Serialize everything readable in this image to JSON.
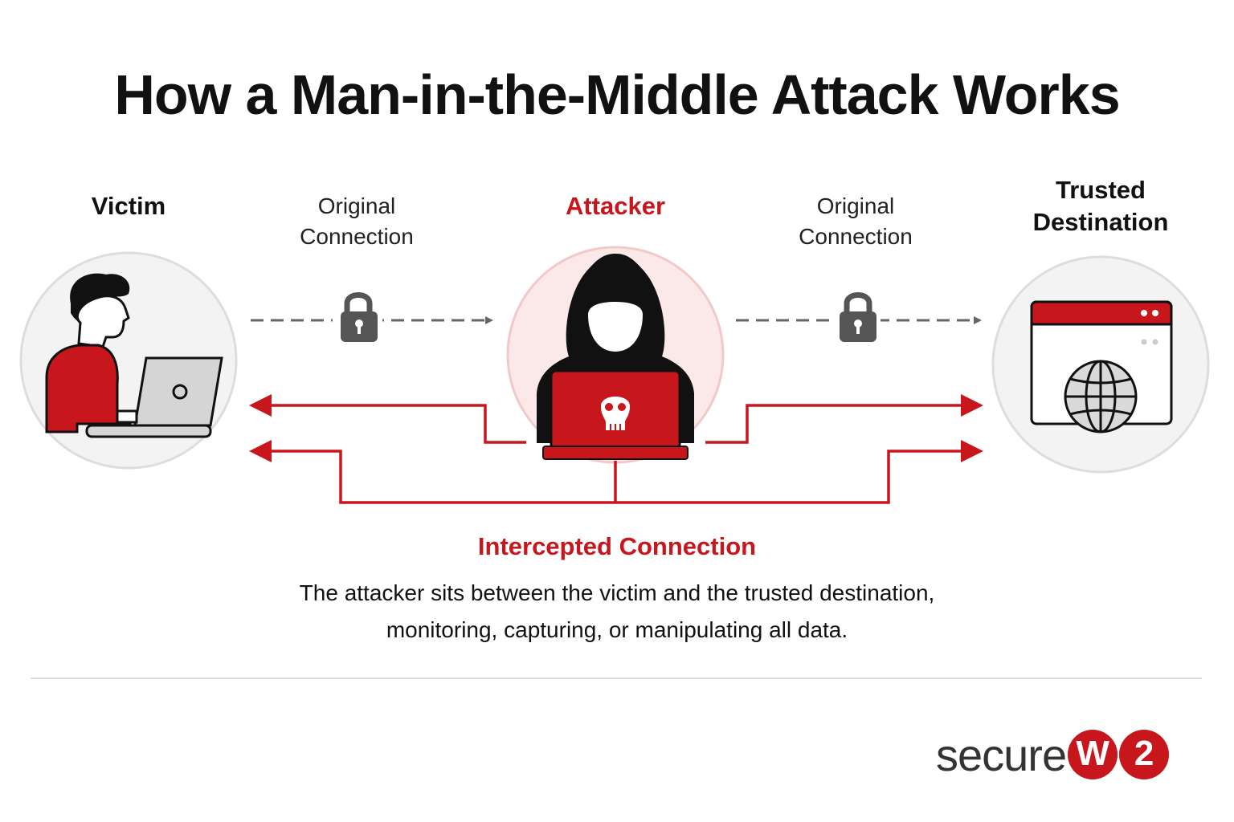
{
  "title": "How a Man-in-the-Middle Attack Works",
  "nodes": {
    "victim": "Victim",
    "attacker": "Attacker",
    "destination_line1": "Trusted",
    "destination_line2": "Destination"
  },
  "connections": {
    "left_line1": "Original",
    "left_line2": "Connection",
    "right_line1": "Original",
    "right_line2": "Connection"
  },
  "intercepted": {
    "title": "Intercepted Connection",
    "desc_line1": "The attacker sits between the victim and the trusted destination,",
    "desc_line2": "monitoring, capturing, or manipulating all data."
  },
  "logo": {
    "word": "secure",
    "letter1": "W",
    "letter2": "2"
  },
  "colors": {
    "accent": "#c8161d",
    "gray": "#666666",
    "circle_border": "#dddddd"
  },
  "icons": [
    "person-laptop-icon",
    "lock-icon",
    "hooded-hacker-icon",
    "skull-icon",
    "browser-window-icon",
    "globe-icon"
  ]
}
